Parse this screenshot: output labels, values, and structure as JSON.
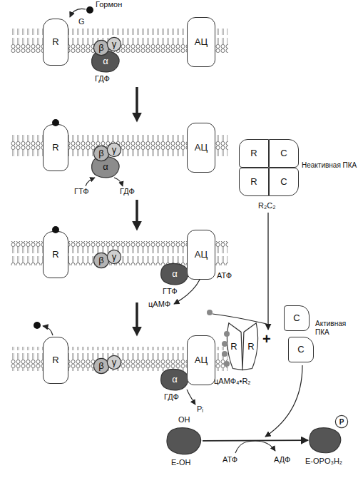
{
  "diagram": {
    "nodes": [
      {
        "text": [
          "R"
        ]
      },
      {
        "text": [
          "β"
        ]
      },
      {
        "text": [
          "γ"
        ]
      },
      {
        "text": [
          "α"
        ]
      },
      {
        "text": [
          "АЦ"
        ]
      },
      {
        "text": [
          "R"
        ]
      },
      {
        "text": [
          "β"
        ]
      },
      {
        "text": [
          "γ"
        ]
      },
      {
        "text": [
          "α"
        ]
      },
      {
        "text": [
          "АЦ"
        ]
      },
      {
        "text": [
          "R"
        ]
      },
      {
        "text": [
          "β"
        ]
      },
      {
        "text": [
          "γ"
        ]
      },
      {
        "text": [
          "α"
        ]
      },
      {
        "text": [
          "АЦ"
        ]
      },
      {
        "text": [
          "R"
        ]
      },
      {
        "text": [
          "β"
        ]
      },
      {
        "text": [
          "γ"
        ]
      },
      {
        "text": [
          "α"
        ]
      },
      {
        "text": [
          "АЦ"
        ]
      },
      {
        "text": [
          "R"
        ]
      },
      {
        "text": [
          "C"
        ]
      },
      {
        "text": [
          "R"
        ]
      },
      {
        "text": [
          "C"
        ]
      },
      {
        "text": [
          "R",
          "R"
        ]
      },
      {
        "text": [
          "C"
        ]
      },
      {
        "text": [
          "C"
        ]
      },
      {
        "text": [
          "OH",
          "E-OH"
        ]
      },
      {
        "text": [
          "E-OPO₃H₂"
        ]
      },
      {
        "text": [
          "P"
        ],
        "in": 28
      }
    ],
    "edges": [
      {
        "from": 27,
        "to": 28,
        "arrow": "to"
      }
    ],
    "labels": [
      "Гормон",
      "G",
      "ГДФ",
      "ГТФ",
      "ГДФ",
      "Неактивная ПКА",
      "R₂C₂",
      "ГТФ",
      "АТФ",
      "цАМФ",
      "ГДФ",
      "Pᵢ",
      "+",
      "Активная ПКА",
      "цАМФ₄•R₂",
      "АТФ",
      "АДФ"
    ]
  }
}
